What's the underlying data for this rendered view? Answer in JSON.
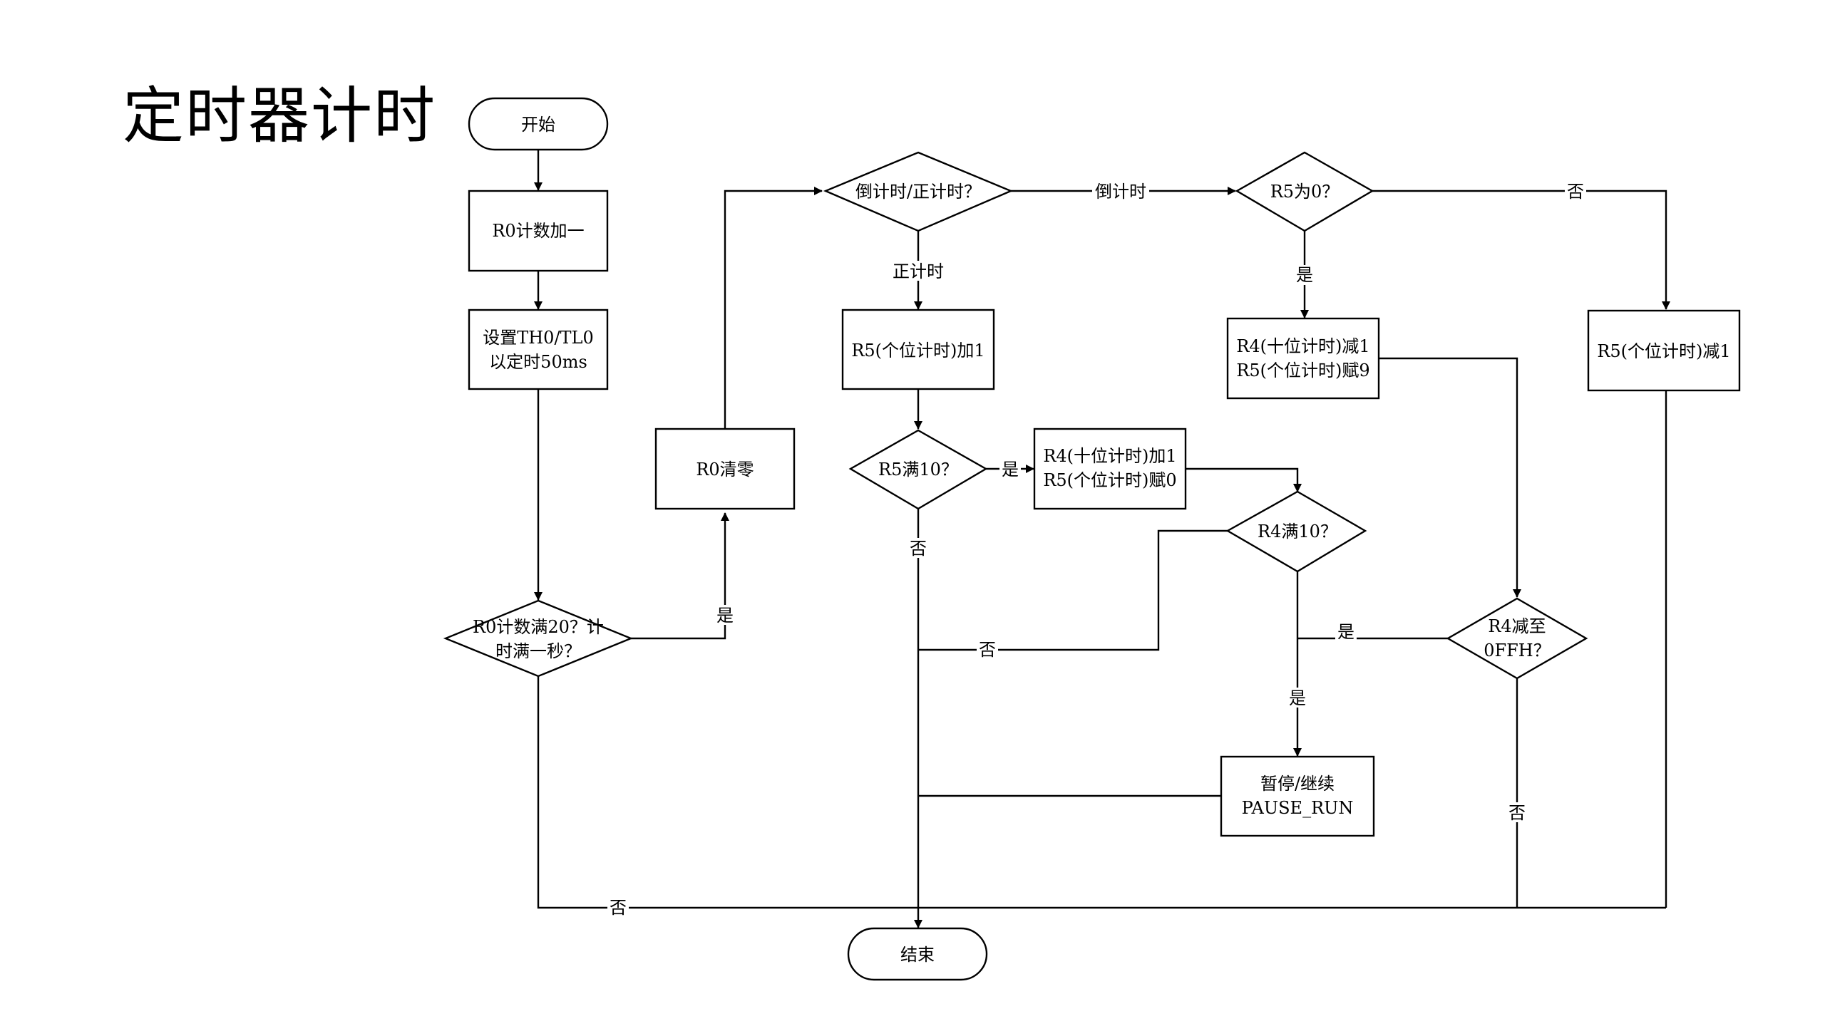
{
  "title": "定时器计时",
  "nodes": {
    "start": "开始",
    "r0_inc": "R0计数加一",
    "set_th0_1": "设置TH0/TL0",
    "set_th0_2": "以定时50ms",
    "r0_full_1": "R0计数满20？计",
    "r0_full_2": "时满一秒？",
    "r0_clear": "R0清零",
    "mode_q": "倒计时/正计时？",
    "r5_zero_q": "R5为0？",
    "r5_inc": "R5(个位计时)加1",
    "r5_full_q": "R5满10？",
    "r4_inc_1": "R4(十位计时)加1",
    "r4_inc_2": "R5(个位计时)赋0",
    "r4_full_q": "R4满10？",
    "r4_dec_1": "R4(十位计时)减1",
    "r4_dec_2": "R5(个位计时)赋9",
    "r5_dec": "R5(个位计时)减1",
    "r4_min_1": "R4减至",
    "r4_min_2": "0FFH？",
    "pause_1": "暂停/继续",
    "pause_2": "PAUSE_RUN",
    "end": "结束"
  },
  "edges": {
    "yes": "是",
    "no": "否",
    "countdown": "倒计时",
    "countup": "正计时"
  }
}
